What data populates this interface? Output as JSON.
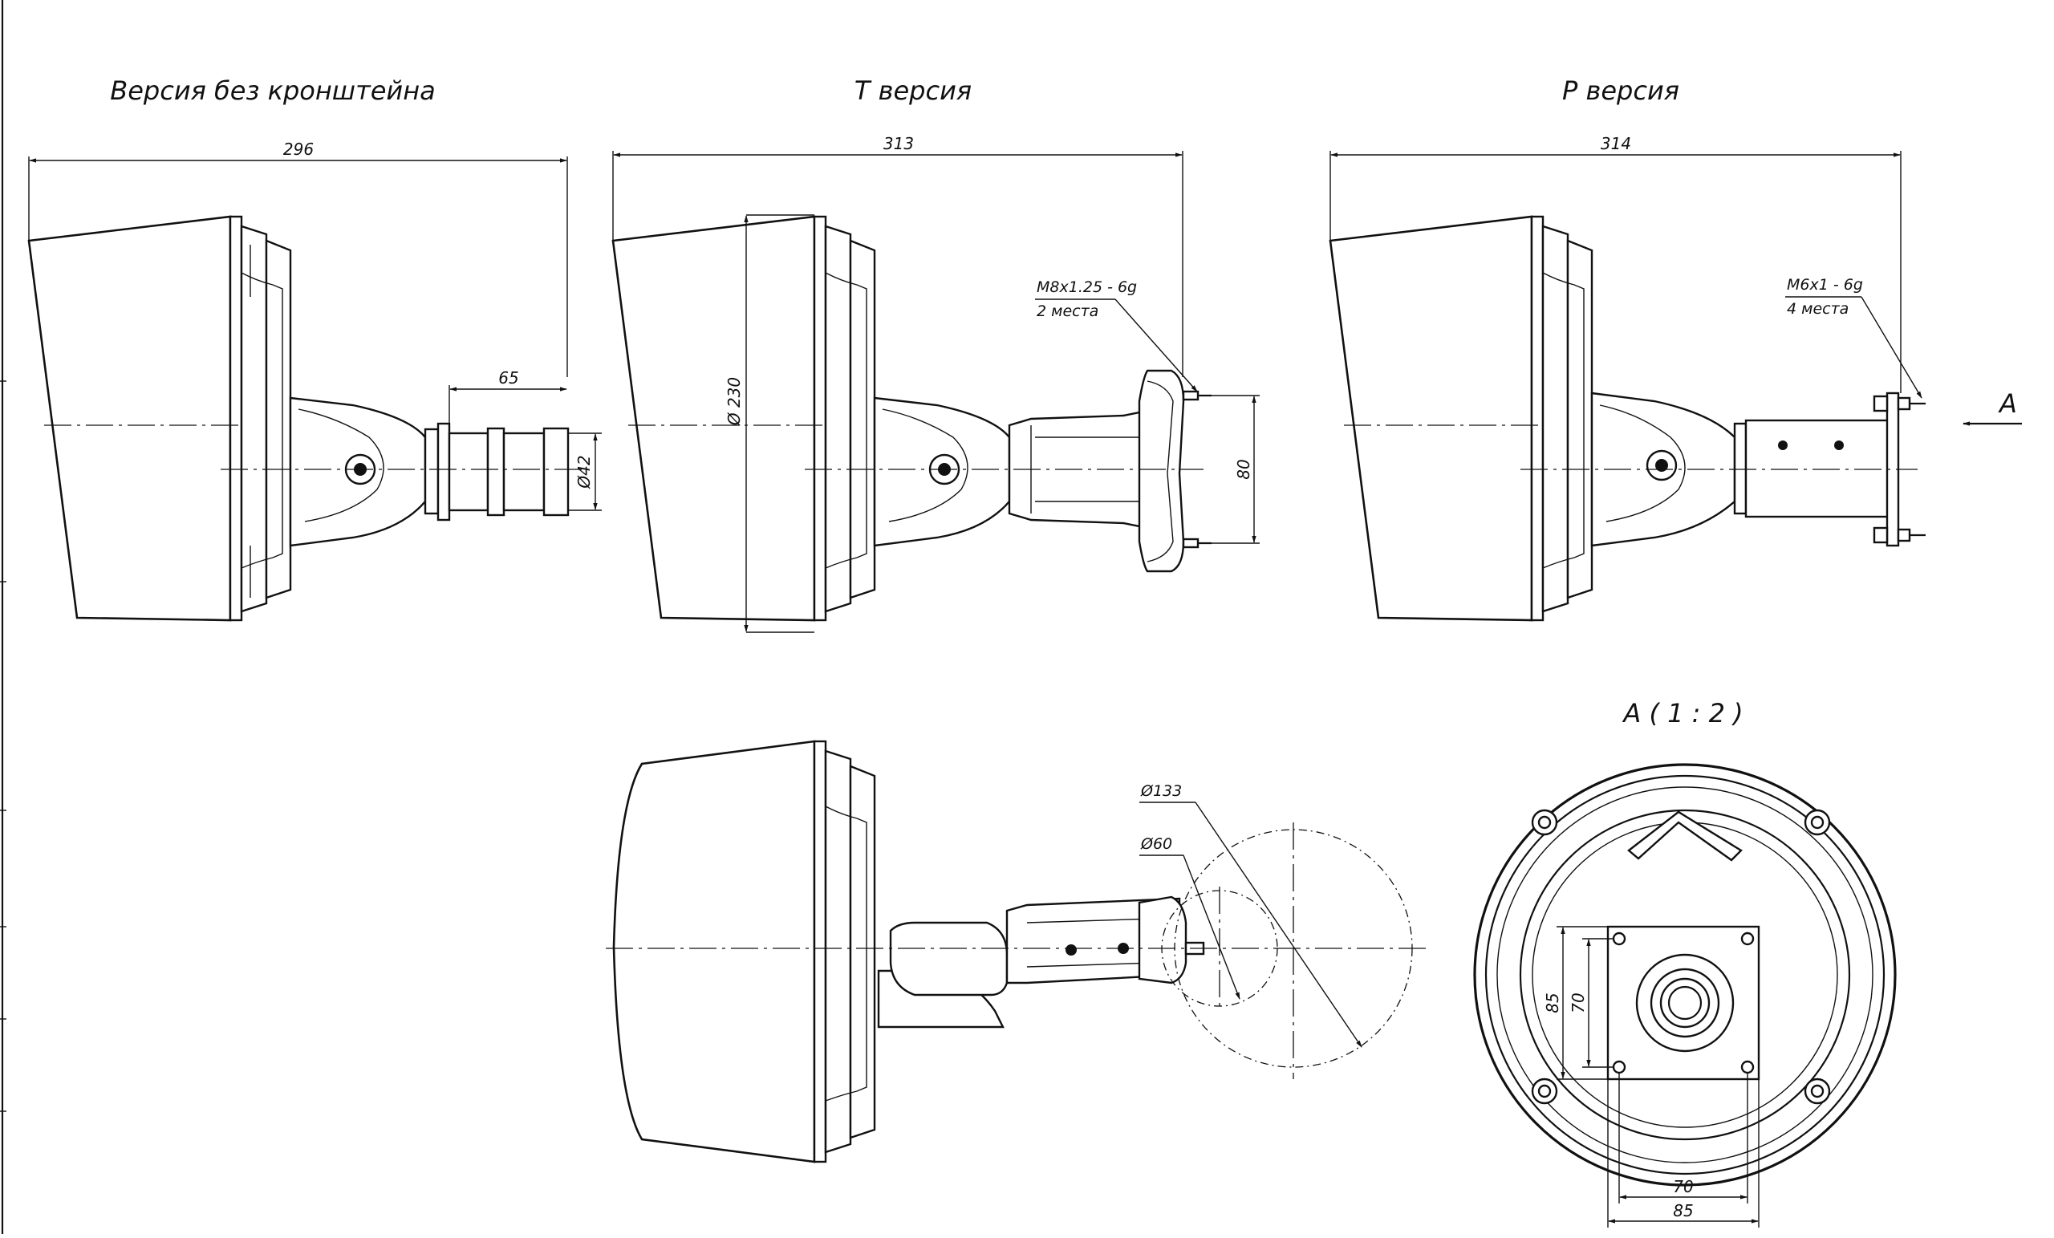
{
  "views": {
    "no_bracket": {
      "title": "Версия без кронштейна",
      "overall_dim": "296",
      "dim_length": "65",
      "dim_diameter": "Ø42"
    },
    "t_version": {
      "title": "T версия",
      "overall_dim": "313",
      "dim_diameter": "Ø 230",
      "dim_spacing": "80",
      "thread_note": "M8x1.25 - 6g",
      "thread_count": "2 места"
    },
    "p_version": {
      "title": "P версия",
      "overall_dim": "314",
      "thread_note": "M6x1 - 6g",
      "thread_count": "4 места",
      "view_arrow": "A"
    },
    "rotated": {
      "dim_large_circle": "Ø133",
      "dim_small_circle": "Ø60"
    },
    "detail_a": {
      "title": "A ( 1 : 2 )",
      "dim_v_outer": "85",
      "dim_v_inner": "70",
      "dim_h_inner": "70",
      "dim_h_outer": "85"
    }
  }
}
